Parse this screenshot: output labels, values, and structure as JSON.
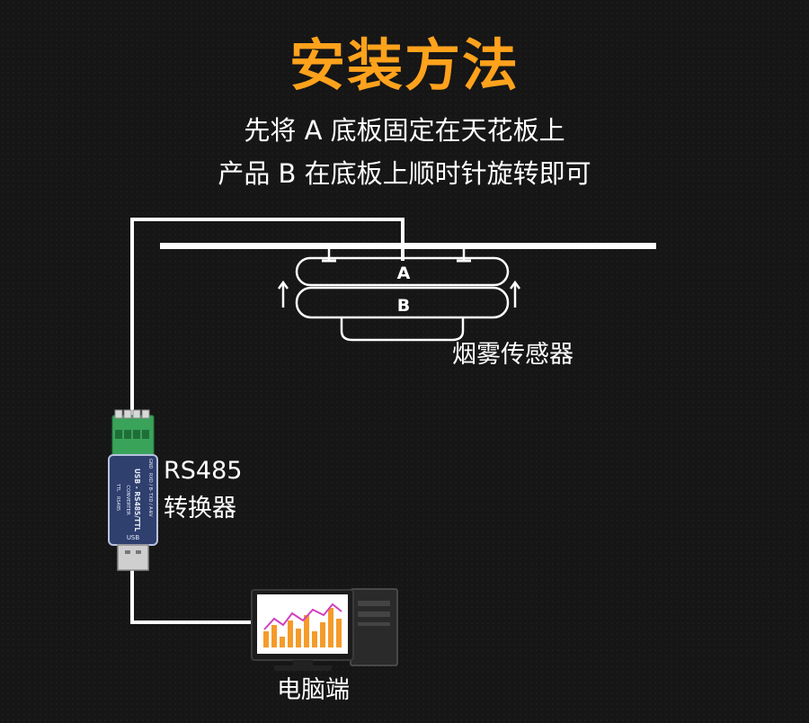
{
  "title": "安装方法",
  "subtitle_lines": [
    "先将 A 底板固定在天花板上",
    "产品 B 在底板上顺时针旋转即可"
  ],
  "sensor": {
    "base_label": "A",
    "product_label": "B",
    "name": "烟雾传感器"
  },
  "converter": {
    "name_line1": "RS485",
    "name_line2": "转换器",
    "body_text": "USB - RS485/TTL",
    "body_subtext": "CONVERTER",
    "usb_text": "USB",
    "pin_labels": [
      "GND",
      "RXD / B-",
      "TXD / A+",
      "5V"
    ],
    "side_labels": [
      "TTL",
      "RS485"
    ]
  },
  "computer": {
    "name": "电脑端"
  },
  "colors": {
    "title": "#ffa21c",
    "background": "#161616",
    "terminal_green": "#3aa35a",
    "converter_blue": "#2f3f6e"
  }
}
